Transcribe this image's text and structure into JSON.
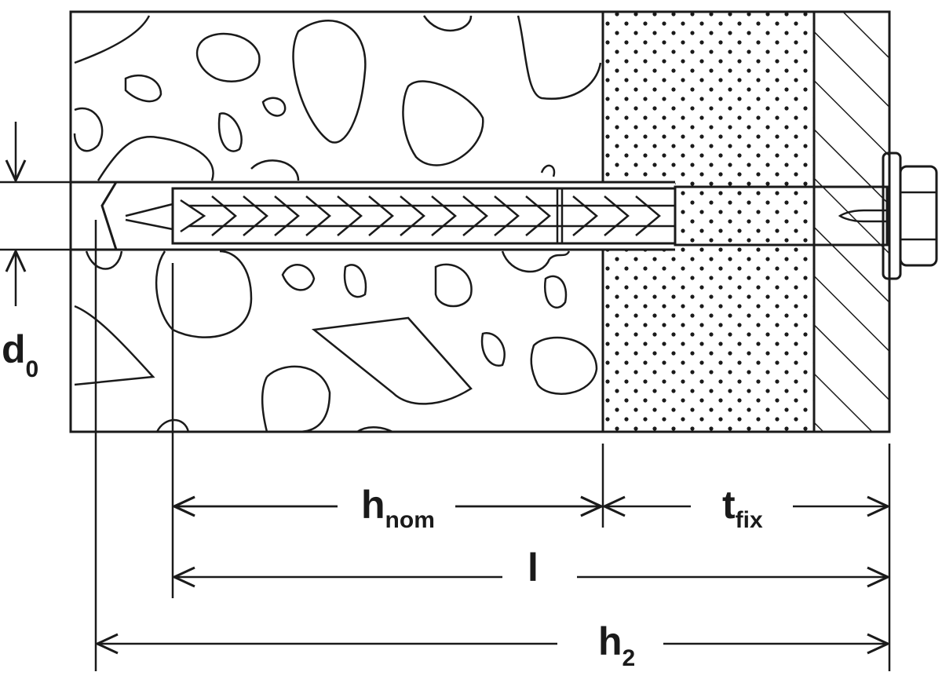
{
  "title": "Anchor installation dimensions",
  "labels": {
    "d0": {
      "main": "d",
      "sub": "0"
    },
    "hnom": {
      "main": "h",
      "sub": "nom"
    },
    "tfix": {
      "main": "t",
      "sub": "fix"
    },
    "l": {
      "main": "l"
    },
    "h2": {
      "main": "h",
      "sub": "2"
    }
  },
  "materials": [
    "concrete-base",
    "insulation",
    "fixture"
  ],
  "colors": {
    "line": "#1a1a1a",
    "background": "#ffffff"
  }
}
